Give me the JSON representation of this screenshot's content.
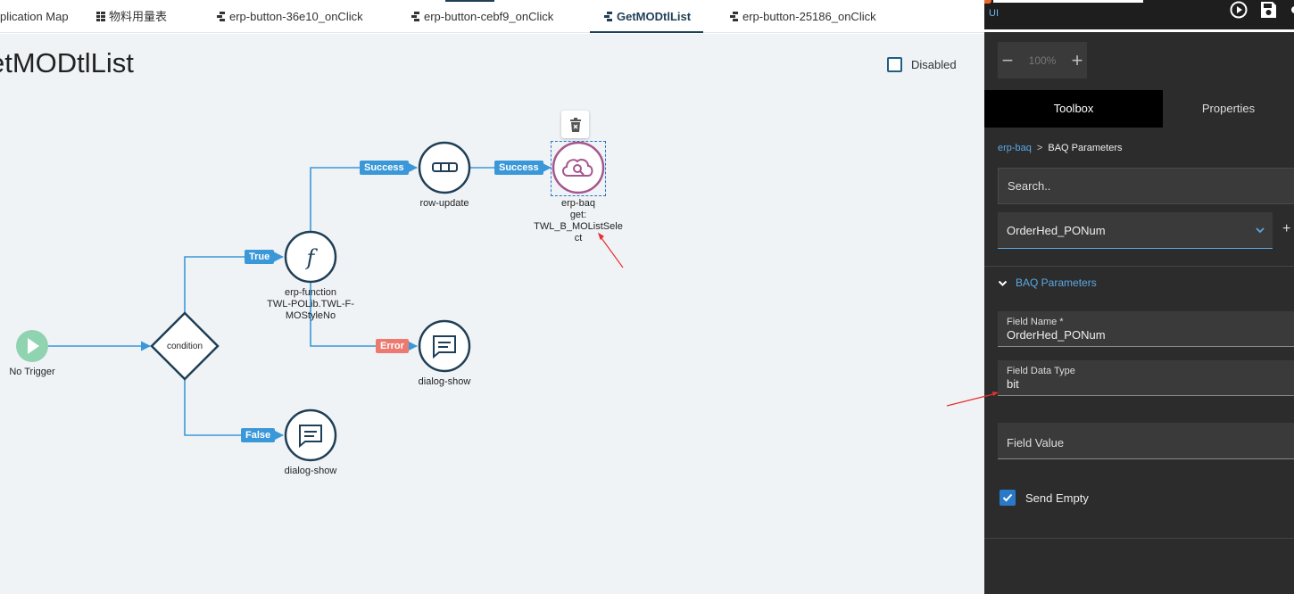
{
  "tabs": [
    {
      "label": "plication Map",
      "icon": "none"
    },
    {
      "label": "物料用量表",
      "icon": "grid-icon"
    },
    {
      "label": "erp-button-36e10_onClick",
      "icon": "flow-icon"
    },
    {
      "label": "erp-button-cebf9_onClick",
      "icon": "flow-icon"
    },
    {
      "label": "GetMODtlList",
      "icon": "flow-icon",
      "active": true
    },
    {
      "label": "erp-button-25186_onClick",
      "icon": "flow-icon"
    }
  ],
  "canvas": {
    "title": "etMODtlList",
    "disabled_label": "Disabled",
    "disabled_checked": false
  },
  "nodes": {
    "trigger": {
      "label": "No Trigger"
    },
    "condition": {
      "label": "condition"
    },
    "erp_function": {
      "label": "erp-function",
      "sub1": "TWL-POLib.TWL-F-",
      "sub2": "MOStyleNo"
    },
    "row_update": {
      "label": "row-update"
    },
    "erp_baq": {
      "label": "erp-baq",
      "sub1": "get:",
      "sub2": "TWL_B_MOListSele",
      "sub3": "ct"
    },
    "dialog_error": {
      "label": "dialog-show"
    },
    "dialog_false": {
      "label": "dialog-show"
    }
  },
  "edges": {
    "true_label": "True",
    "false_label": "False",
    "success_1": "Success",
    "success_2": "Success",
    "error_label": "Error"
  },
  "panel": {
    "top_label": "UI",
    "zoom": {
      "minus": "−",
      "value": "100%",
      "plus": "+"
    },
    "tabs": {
      "toolbox": "Toolbox",
      "properties": "Properties",
      "active": "toolbox"
    },
    "breadcrumb": {
      "link": "erp-baq",
      "separator": ">",
      "current": "BAQ Parameters"
    },
    "search_placeholder": "Search..",
    "selected_param": "OrderHed_PONum",
    "add_label": "+",
    "section_title": "BAQ Parameters",
    "fields": {
      "field_name": {
        "label": "Field Name *",
        "value": "OrderHed_PONum"
      },
      "field_data_type": {
        "label": "Field Data Type",
        "value": "bit"
      },
      "field_value": {
        "label": "Field Value",
        "value": ""
      }
    },
    "send_empty": {
      "label": "Send Empty",
      "checked": true
    }
  },
  "colors": {
    "accent": "#1f3f56",
    "edge_blue": "#3a98d8",
    "error_red": "#ec7a70",
    "trigger_green": "#8fd3b0",
    "baq_purple": "#a4578c",
    "panel_bg": "#2c2c2c",
    "link_blue": "#5aa9e6"
  }
}
